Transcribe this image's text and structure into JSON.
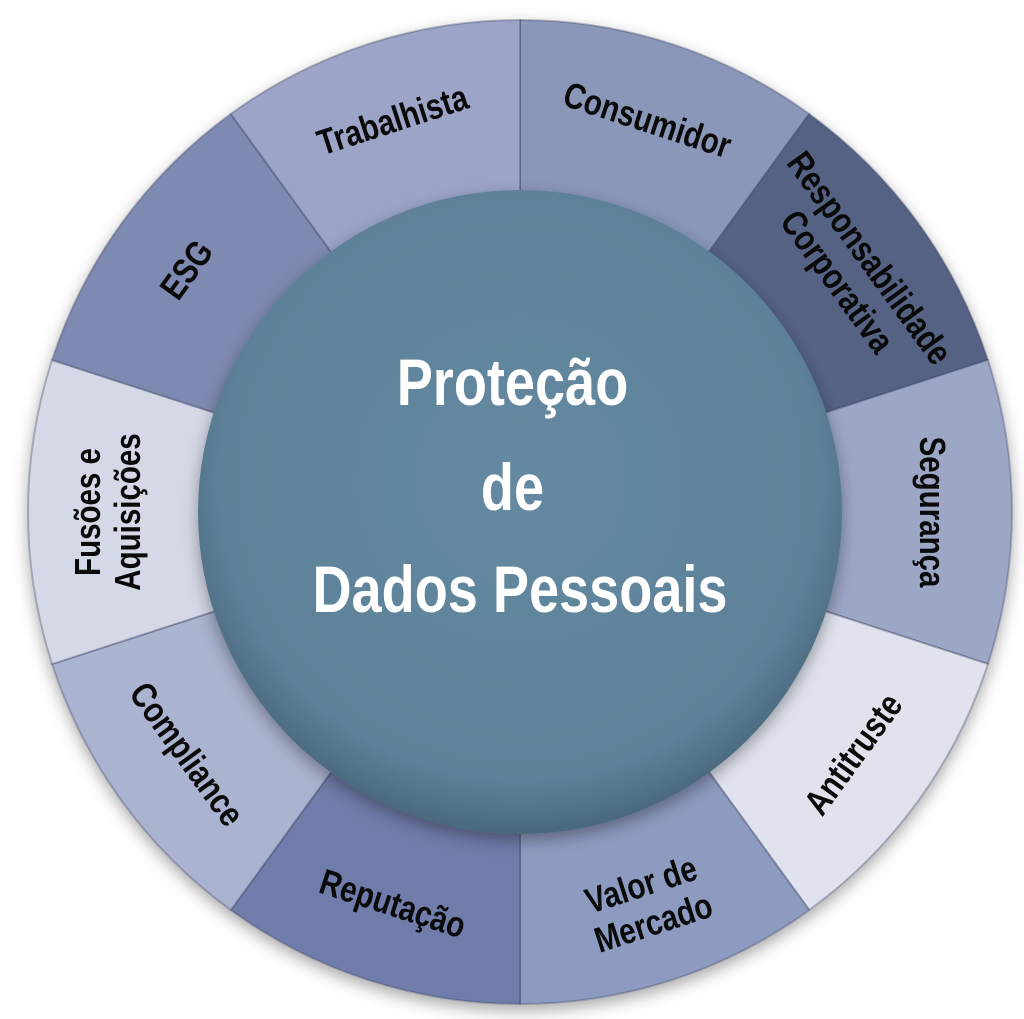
{
  "center": {
    "lines": [
      "Proteção",
      "de",
      "Dados Pessoais"
    ],
    "color": "#5f8399"
  },
  "segments": [
    {
      "lines": [
        "Consumidor"
      ],
      "color": "#8a97b9"
    },
    {
      "lines": [
        "Responsabilidade",
        "Corporativa"
      ],
      "color": "#546284"
    },
    {
      "lines": [
        "Segurança"
      ],
      "color": "#9ca7c6"
    },
    {
      "lines": [
        "Antitruste"
      ],
      "color": "#e0e3ee"
    },
    {
      "lines": [
        "Valor de",
        "Mercado"
      ],
      "color": "#8e9bc0"
    },
    {
      "lines": [
        "Reputação"
      ],
      "color": "#6f7ca9"
    },
    {
      "lines": [
        "Compliance"
      ],
      "color": "#aab3cf"
    },
    {
      "lines": [
        "Fusões e",
        "Aquisições"
      ],
      "color": "#d5d9e7"
    },
    {
      "lines": [
        "ESG"
      ],
      "color": "#7e8ab1"
    },
    {
      "lines": [
        "Trabalhista"
      ],
      "color": "#9ca5c7"
    }
  ]
}
